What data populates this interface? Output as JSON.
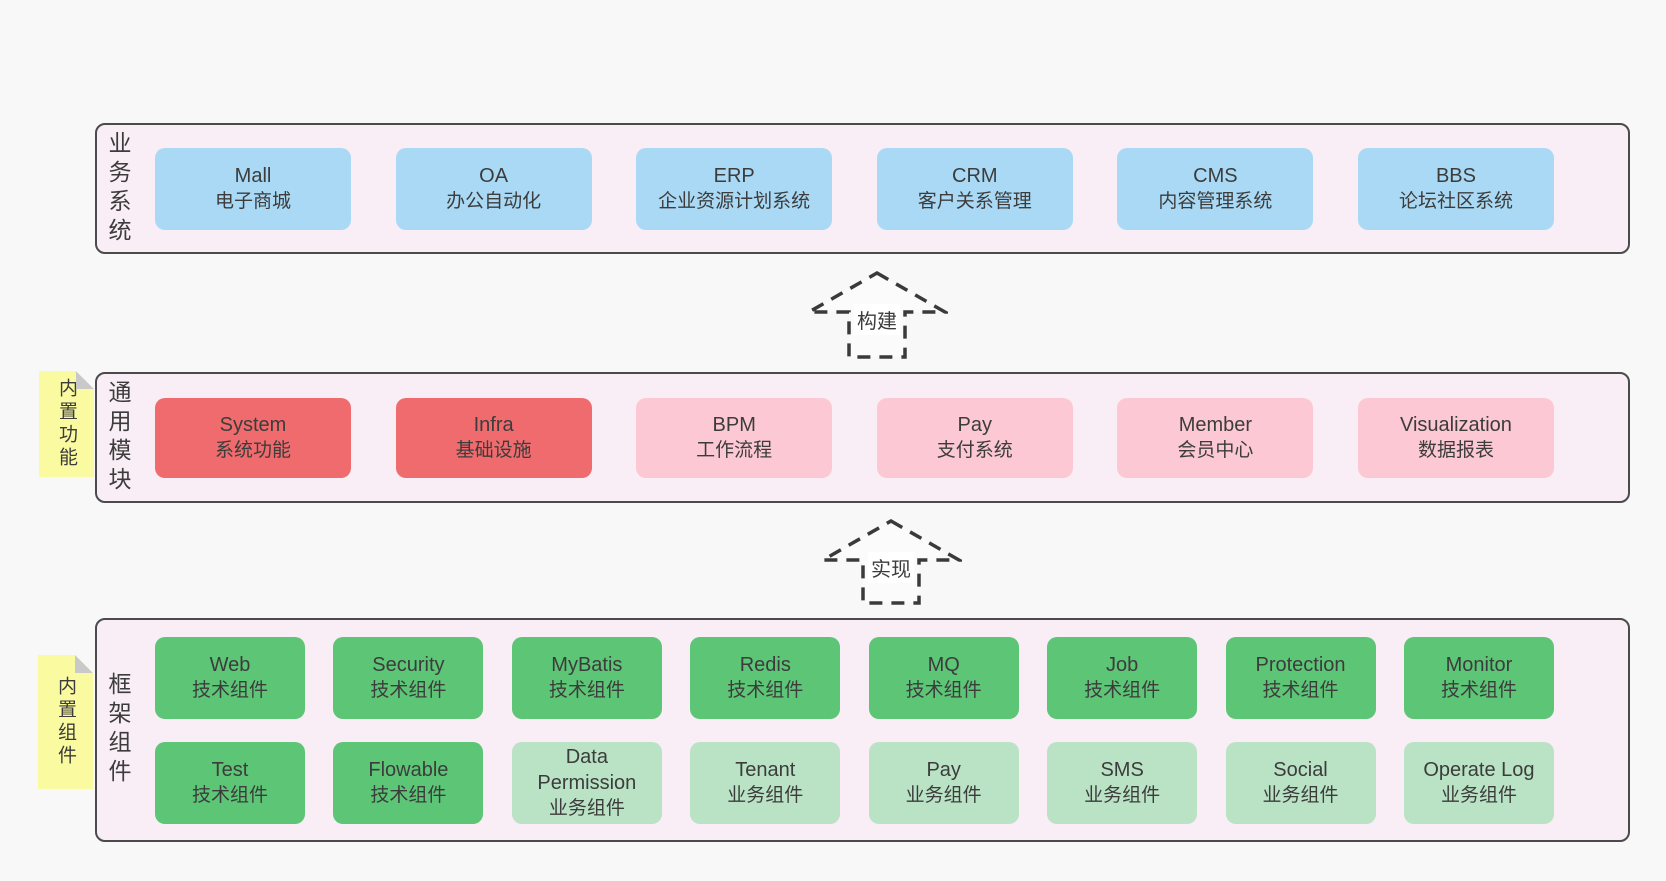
{
  "colors": {
    "page_bg": "#f8f8f8",
    "panel_bg": "#f9edf6",
    "panel_border": "#4b4b4b",
    "node_blue": "#a9d9f4",
    "node_red": "#ef6b6d",
    "node_pink": "#fcc8d3",
    "node_green": "#5dc576",
    "node_green_light": "#b9e3c4",
    "note_yellow": "#fafaa0",
    "note_fold_gray": "#c9c9c9",
    "text": "#3c3c3c",
    "arrow_stroke": "#3a3a3a"
  },
  "layers": {
    "business": {
      "label": "业务系统",
      "boxes": [
        {
          "title": "Mall",
          "subtitle": "电子商城"
        },
        {
          "title": "OA",
          "subtitle": "办公自动化"
        },
        {
          "title": "ERP",
          "subtitle": "企业资源计划系统"
        },
        {
          "title": "CRM",
          "subtitle": "客户关系管理"
        },
        {
          "title": "CMS",
          "subtitle": "内容管理系统"
        },
        {
          "title": "BBS",
          "subtitle": "论坛社区系统"
        }
      ]
    },
    "modules": {
      "label": "通用模块",
      "note": "内置功能",
      "boxes": [
        {
          "title": "System",
          "subtitle": "系统功能",
          "variant": "red"
        },
        {
          "title": "Infra",
          "subtitle": "基础设施",
          "variant": "red"
        },
        {
          "title": "BPM",
          "subtitle": "工作流程",
          "variant": "pink"
        },
        {
          "title": "Pay",
          "subtitle": "支付系统",
          "variant": "pink"
        },
        {
          "title": "Member",
          "subtitle": "会员中心",
          "variant": "pink"
        },
        {
          "title": "Visualization",
          "subtitle": "数据报表",
          "variant": "pink"
        }
      ]
    },
    "components": {
      "label": "框架组件",
      "note": "内置组件",
      "row1": [
        {
          "title": "Web",
          "subtitle": "技术组件",
          "variant": "green"
        },
        {
          "title": "Security",
          "subtitle": "技术组件",
          "variant": "green"
        },
        {
          "title": "MyBatis",
          "subtitle": "技术组件",
          "variant": "green"
        },
        {
          "title": "Redis",
          "subtitle": "技术组件",
          "variant": "green"
        },
        {
          "title": "MQ",
          "subtitle": "技术组件",
          "variant": "green"
        },
        {
          "title": "Job",
          "subtitle": "技术组件",
          "variant": "green"
        },
        {
          "title": "Protection",
          "subtitle": "技术组件",
          "variant": "green"
        },
        {
          "title": "Monitor",
          "subtitle": "技术组件",
          "variant": "green"
        }
      ],
      "row2": [
        {
          "title": "Test",
          "subtitle": "技术组件",
          "variant": "green"
        },
        {
          "title": "Flowable",
          "subtitle": "技术组件",
          "variant": "green"
        },
        {
          "title": "Data Permission",
          "subtitle": "业务组件",
          "variant": "green-light"
        },
        {
          "title": "Tenant",
          "subtitle": "业务组件",
          "variant": "green-light"
        },
        {
          "title": "Pay",
          "subtitle": "业务组件",
          "variant": "green-light"
        },
        {
          "title": "SMS",
          "subtitle": "业务组件",
          "variant": "green-light"
        },
        {
          "title": "Social",
          "subtitle": "业务组件",
          "variant": "green-light"
        },
        {
          "title": "Operate Log",
          "subtitle": "业务组件",
          "variant": "green-light"
        }
      ]
    }
  },
  "arrows": {
    "build": {
      "label": "构建"
    },
    "implement": {
      "label": "实现"
    }
  }
}
